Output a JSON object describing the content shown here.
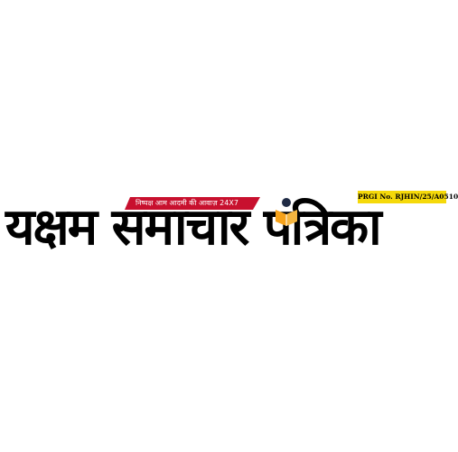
{
  "logo": {
    "title": "यक्षम समाचार पत्रिका",
    "tagline": "निष्पक्ष आम आदमी की आवाज़ 24X7",
    "registration": "PRGI No. RJHIN/25/A0510",
    "icon": "reader-book-icon"
  },
  "colors": {
    "text": "#000000",
    "ribbon": "#c8102e",
    "badge": "#f5d90a",
    "book": "#f6a21a",
    "head": "#1f2a44"
  }
}
